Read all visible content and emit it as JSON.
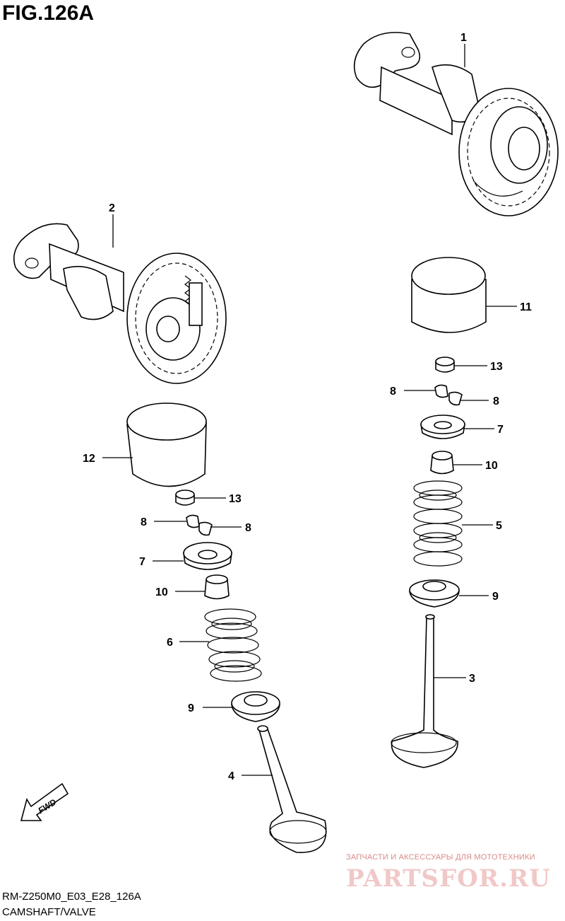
{
  "figure_title": "FIG.126A",
  "diagram_code": "RM-Z250M0_E03_E28_126A",
  "diagram_name": "CAMSHAFT/VALVE",
  "direction_label": "FWD",
  "watermark": {
    "caption": "ЗАПЧАСТИ И АКСЕССУАРЫ ДЛЯ МОТОТЕХНИКИ",
    "logo": "PARTSFOR.RU"
  },
  "callouts": {
    "c1": "1",
    "c2": "2",
    "c3": "3",
    "c4": "4",
    "c5": "5",
    "c6": "6",
    "c7a": "7",
    "c7b": "7",
    "c8a": "8",
    "c8b": "8",
    "c8c": "8",
    "c8d": "8",
    "c9a": "9",
    "c9b": "9",
    "c10a": "10",
    "c10b": "10",
    "c11": "11",
    "c12": "12",
    "c13a": "13",
    "c13b": "13"
  }
}
